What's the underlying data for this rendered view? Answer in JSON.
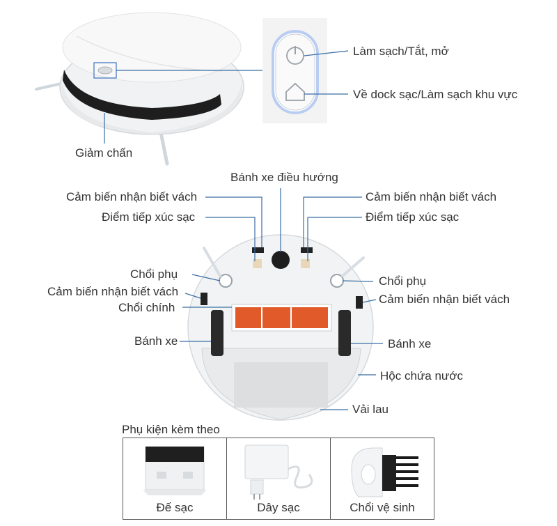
{
  "top_labels": {
    "bumper": "Giảm chấn",
    "power_button": "Làm sạch/Tắt, mở",
    "home_button": "Về dock sạc/Làm sạch khu vực"
  },
  "bottom_labels": {
    "omni_wheel": "Bánh xe điều hướng",
    "cliff_sensor_left_top": "Cảm biến nhận biết vách",
    "cliff_sensor_right_top": "Cảm biến nhận biết vách",
    "contact_left": "Điểm tiếp xúc sạc",
    "contact_right": "Điểm tiếp xúc sạc",
    "side_brush_left": "Chổi phụ",
    "side_brush_right": "Chổi phụ",
    "cliff_sensor_left_mid": "Cảm biến nhận biết vách",
    "cliff_sensor_right_mid": "Cảm biến nhận biết vách",
    "main_brush": "Chổi chính",
    "wheel_left": "Bánh xe",
    "wheel_right": "Bánh xe",
    "water_tank": "Hộc chứa nước",
    "mop": "Vải lau"
  },
  "accessories": {
    "title": "Phụ kiện kèm theo",
    "items": [
      {
        "label": "Đế sạc"
      },
      {
        "label": "Dây sạc"
      },
      {
        "label": "Chổi vệ sinh"
      }
    ]
  },
  "colors": {
    "leader_line": "#3a6ea5",
    "main_brush": "#e05a2a",
    "button_glow": "#b9cdf2"
  }
}
